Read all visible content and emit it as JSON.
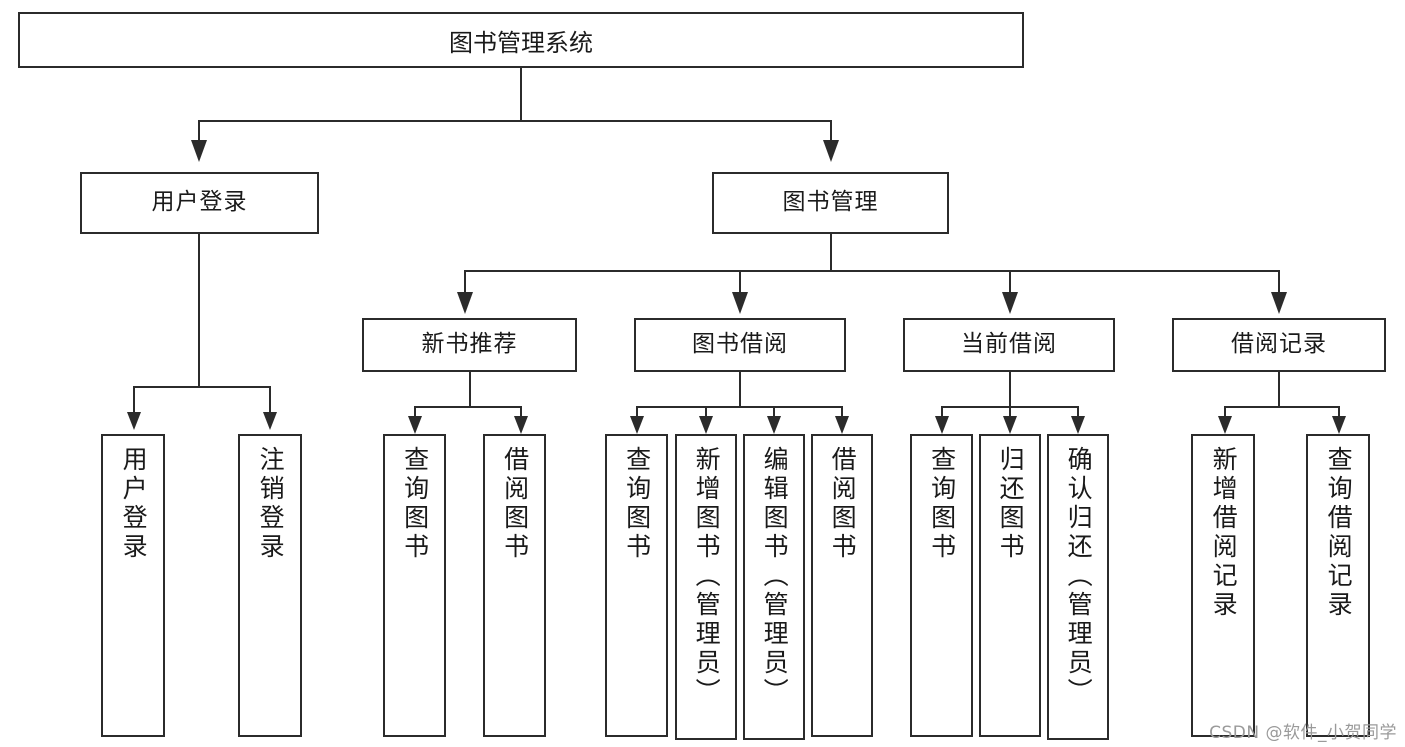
{
  "diagram": {
    "type": "tree-hierarchy",
    "title": "图书管理系统",
    "orientation": "top-down",
    "colors": {
      "border": "#2b2b2b",
      "background": "#ffffff",
      "text": "#1a1a1a",
      "watermark": "#9a9a9a"
    },
    "root": {
      "label": "图书管理系统"
    },
    "level2": [
      {
        "id": "user-login",
        "label": "用户登录"
      },
      {
        "id": "book-manage",
        "label": "图书管理"
      }
    ],
    "level3": [
      {
        "id": "new-book-recommend",
        "label": "新书推荐",
        "parent": "book-manage"
      },
      {
        "id": "book-borrow",
        "label": "图书借阅",
        "parent": "book-manage"
      },
      {
        "id": "current-borrow",
        "label": "当前借阅",
        "parent": "book-manage"
      },
      {
        "id": "borrow-record",
        "label": "借阅记录",
        "parent": "book-manage"
      }
    ],
    "leaves": {
      "user-login": [
        {
          "id": "leaf-user-login",
          "label": "用户登录"
        },
        {
          "id": "leaf-user-logout",
          "label": "注销登录"
        }
      ],
      "new-book-recommend": [
        {
          "id": "leaf-query-book-1",
          "label": "查询图书"
        },
        {
          "id": "leaf-borrow-book-1",
          "label": "借阅图书"
        }
      ],
      "book-borrow": [
        {
          "id": "leaf-query-book-2",
          "label": "查询图书"
        },
        {
          "id": "leaf-add-book",
          "label": "新增图书（管理员）"
        },
        {
          "id": "leaf-edit-book",
          "label": "编辑图书（管理员）"
        },
        {
          "id": "leaf-borrow-book-2",
          "label": "借阅图书"
        }
      ],
      "current-borrow": [
        {
          "id": "leaf-query-book-3",
          "label": "查询图书"
        },
        {
          "id": "leaf-return-book",
          "label": "归还图书"
        },
        {
          "id": "leaf-confirm-return",
          "label": "确认归还（管理员）"
        }
      ],
      "borrow-record": [
        {
          "id": "leaf-add-record",
          "label": "新增借阅记录"
        },
        {
          "id": "leaf-query-record",
          "label": "查询借阅记录"
        }
      ]
    }
  },
  "watermark": {
    "text": "CSDN @软件_小贺同学"
  }
}
